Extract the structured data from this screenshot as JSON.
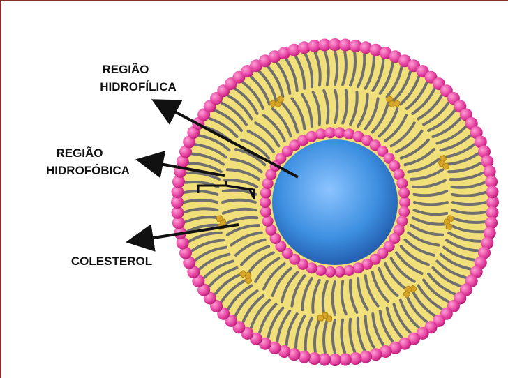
{
  "labels": {
    "hydrophilic_line1": "REGIÃO",
    "hydrophilic_line2": "HIDROFÍLICA",
    "hydrophobic_line1": "REGIÃO",
    "hydrophobic_line2": "HIDROFÓBICA",
    "cholesterol": "COLESTEROL"
  },
  "colors": {
    "outer_head": "#e23a9b",
    "inner_head": "#e23a9b",
    "hydrophobic_fill": "#f1e07a",
    "tail": "#6f6f6f",
    "core": "#3d8fe0",
    "cholesterol": "#d6a62a",
    "arrow": "#111111",
    "frame": "#8c2b2b"
  },
  "icons": {
    "outer_layer": "phospholipid-head-icon",
    "inner_layer": "phospholipid-head-icon",
    "cholesterol": "cholesterol-molecule-icon"
  }
}
